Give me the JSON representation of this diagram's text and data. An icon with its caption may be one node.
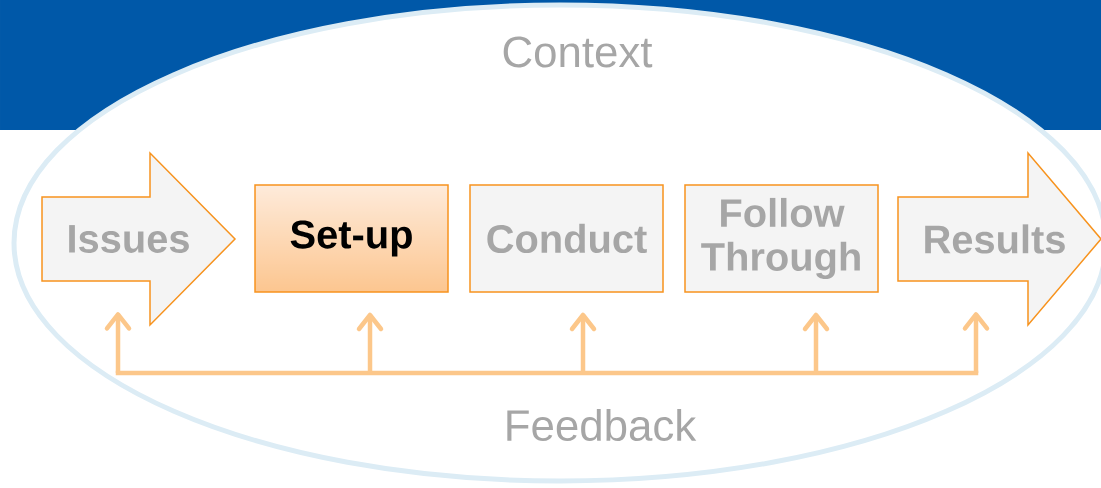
{
  "diagram": {
    "nodes": [
      {
        "text": [
          "Issues"
        ]
      },
      {
        "text": [
          "Set-up"
        ]
      },
      {
        "text": [
          "Conduct"
        ]
      },
      {
        "text": [
          "Follow Through"
        ]
      },
      {
        "text": [
          "Results"
        ]
      }
    ],
    "edges": [
      {
        "from": null,
        "to": 0,
        "arrow": "to"
      },
      {
        "from": null,
        "to": 1,
        "arrow": "to"
      },
      {
        "from": null,
        "to": 2,
        "arrow": "to"
      },
      {
        "from": null,
        "to": 3,
        "arrow": "to"
      },
      {
        "from": null,
        "to": 4,
        "arrow": "to"
      }
    ],
    "labels": [
      "Context",
      "Feedback"
    ]
  }
}
